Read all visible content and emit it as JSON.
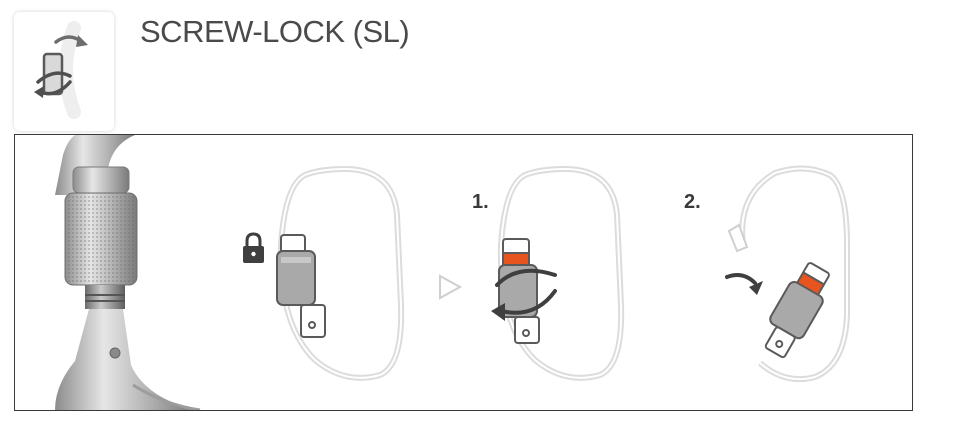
{
  "header": {
    "title": "SCREW-LOCK (SL)",
    "icon": "screw-lock-rotate-icon"
  },
  "diagram": {
    "steps": [
      {
        "label": "1.",
        "action": "rotate-sleeve"
      },
      {
        "label": "2.",
        "action": "open-gate"
      }
    ],
    "icons": [
      "padlock-icon",
      "play-arrow-icon",
      "rotate-arrow-icon",
      "curved-arrow-icon"
    ],
    "colors": {
      "sleeve": "#a9a9a9",
      "sleeve_dark": "#6e6e6e",
      "unlocked_indicator": "#e8541e",
      "outline": "#5a5a5a",
      "carabiner_ghost": "#d9d9d9",
      "panel_border": "#3a3a3a"
    }
  }
}
